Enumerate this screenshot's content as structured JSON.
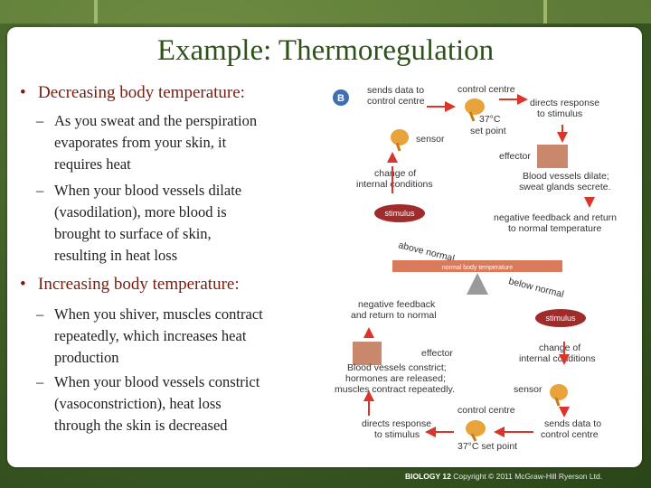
{
  "slide": {
    "title": "Example: Thermoregulation",
    "bullets": [
      {
        "text": "Decreasing body temperature:",
        "subs": [
          [
            "As you sweat and the perspiration",
            "evaporates from your skin, it",
            "requires heat"
          ],
          [
            "When your blood vessels dilate",
            "(vasodilation), more blood is",
            "brought to surface of skin,",
            "resulting in heat loss"
          ]
        ]
      },
      {
        "text": "Increasing body temperature:",
        "subs": [
          [
            "When you shiver, muscles contract",
            "repeatedly, which increases heat",
            "production"
          ],
          [
            "When your blood vessels constrict",
            "(vasoconstriction), heat loss",
            "through the skin is decreased"
          ]
        ]
      }
    ],
    "bullet_marker": "•",
    "sub_marker": "–"
  },
  "diagram": {
    "badge": "B",
    "control_centre_top": "control centre",
    "sends_data_top": [
      "sends data to",
      "control centre"
    ],
    "directs_response_top": [
      "directs response",
      "to stimulus"
    ],
    "set_point_top": [
      "37°C",
      "set point"
    ],
    "sensor_top": "sensor",
    "effector_top": "effector",
    "change_top": [
      "change of",
      "internal conditions"
    ],
    "effector_result_top": [
      "Blood vessels dilate;",
      "sweat glands secrete."
    ],
    "stimulus_left": "stimulus",
    "neg_feedback_top": [
      "negative feedback and return",
      "to normal temperature"
    ],
    "above_normal": "above normal",
    "below_normal": "below normal",
    "beam_label": "normal body temperature",
    "neg_feedback_bottom": [
      "negative feedback",
      "and return to normal"
    ],
    "stimulus_right": "stimulus",
    "effector_bottom": "effector",
    "effector_result_bottom": [
      "Blood vessels constrict;",
      "hormones are released;",
      "muscles contract repeatedly."
    ],
    "change_bottom": [
      "change of",
      "internal conditions"
    ],
    "sensor_bottom": "sensor",
    "control_centre_bottom": "control centre",
    "directs_response_bottom": [
      "directs response",
      "to stimulus"
    ],
    "sends_data_bottom": [
      "sends data to",
      "control centre"
    ],
    "set_point_bottom": "37°C set point"
  },
  "footer": {
    "book": "BIOLOGY 12",
    "copyright": "Copyright © 2011 McGraw-Hill Ryerson Ltd."
  },
  "colors": {
    "title": "#2d5318",
    "bullet": "#7a1c0c",
    "arrow": "#d9352b",
    "stimulus": "#a02b2b",
    "beam": "#d97a5a"
  }
}
